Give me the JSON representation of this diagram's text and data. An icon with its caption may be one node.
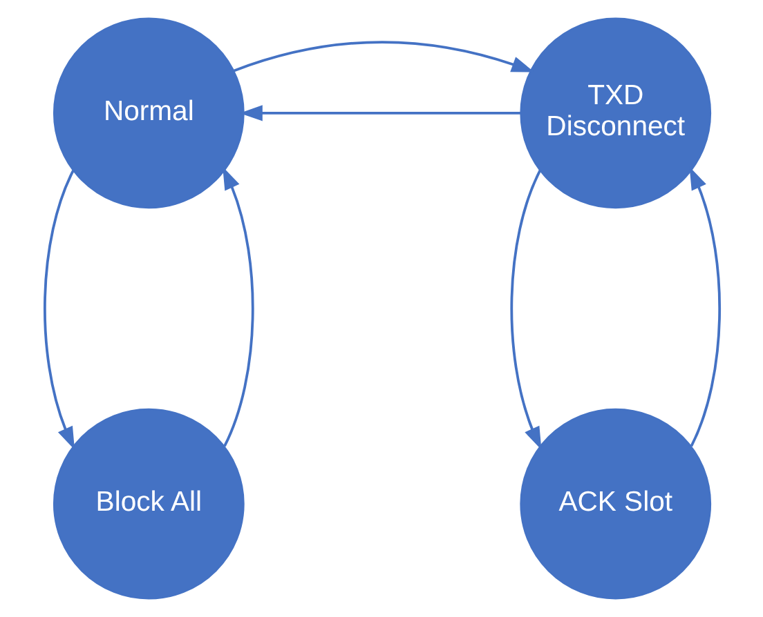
{
  "diagram": {
    "nodes": [
      {
        "text": [
          "Normal"
        ]
      },
      {
        "text": [
          "TXD Disconnect"
        ]
      },
      {
        "text": [
          "Block All"
        ]
      },
      {
        "text": [
          "ACK Slot"
        ]
      }
    ],
    "edges": [
      {
        "from": 1,
        "to": 0,
        "arrow": "to"
      },
      {
        "from": 0,
        "to": 1,
        "arrow": "to"
      },
      {
        "from": 0,
        "to": 2,
        "arrow": "to"
      },
      {
        "from": 2,
        "to": 0,
        "arrow": "to"
      },
      {
        "from": 1,
        "to": 3,
        "arrow": "to"
      },
      {
        "from": 3,
        "to": 1,
        "arrow": "to"
      }
    ]
  }
}
